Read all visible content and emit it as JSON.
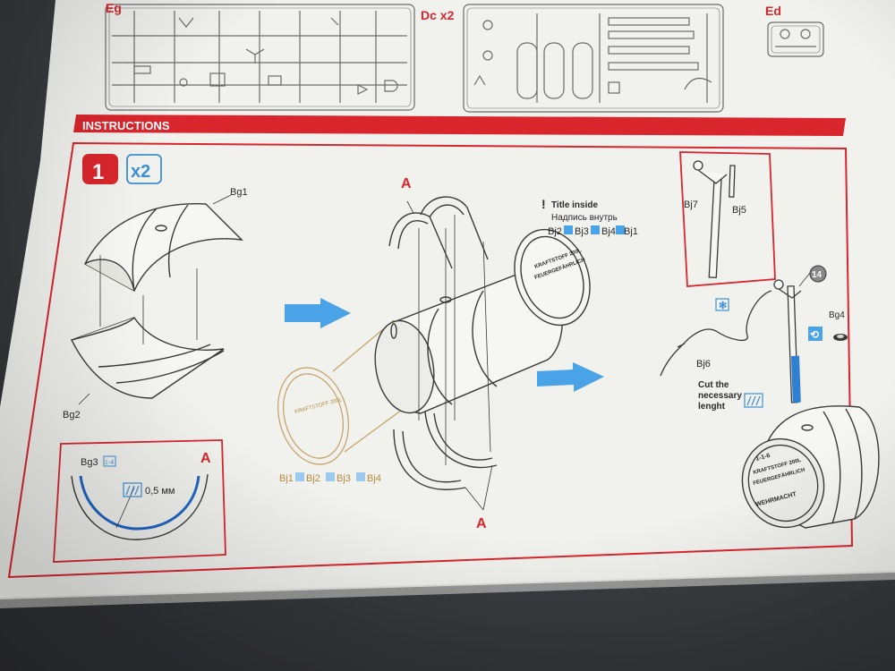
{
  "sprues": {
    "eg_label": "Eg",
    "dc_label": "Dc x2",
    "ed_label": "Ed"
  },
  "instructions": {
    "header": "INSTRUCTIONS",
    "step": {
      "number": "1",
      "multiplier": "x2"
    },
    "labels": {
      "bg1": "Bg1",
      "bg2": "Bg2",
      "bg3": "Bg3",
      "bg3_badge": "1-4",
      "bg4": "Bg4",
      "bj5": "Bj5",
      "bj6": "Bj6",
      "bj7": "Bj7",
      "group_a": "A",
      "thickness": "0,5 мм",
      "callout_14": "14"
    },
    "note": {
      "title_en": "Title inside",
      "title_ru": "Надпись внутрь",
      "parts": [
        "Bj2",
        "Bj3",
        "Bj4",
        "Bj1"
      ]
    },
    "lid_parts": [
      "Bj1",
      "Bj2",
      "Bj3",
      "Bj4"
    ],
    "cut_note": [
      "Cut the",
      "necessary",
      "lenght"
    ],
    "barrel_marking": [
      "1-1-6",
      "KRAFTSTOFF 200L",
      "FEUERGEFÄHRLICH",
      "WEHRMACHT"
    ]
  },
  "colors": {
    "accent_red": "#d8262c",
    "arrow_blue": "#4aa3e6",
    "paper": "#f1f1ee"
  }
}
